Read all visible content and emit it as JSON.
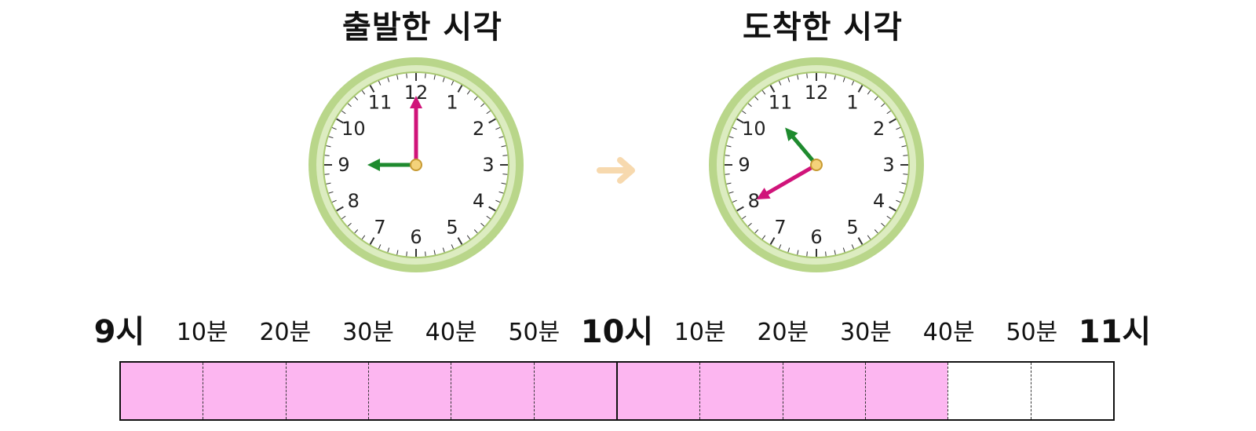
{
  "titles": {
    "depart": "출발한 시각",
    "arrive": "도착한 시각"
  },
  "clocks": {
    "depart": {
      "hour": 9,
      "minute": 0
    },
    "arrive": {
      "hour": 10,
      "minute": 40
    },
    "numerals": [
      "12",
      "1",
      "2",
      "3",
      "4",
      "5",
      "6",
      "7",
      "8",
      "9",
      "10",
      "11"
    ]
  },
  "timeline": {
    "labels": [
      "9시",
      "10분",
      "20분",
      "30분",
      "40분",
      "50분",
      "10시",
      "10분",
      "20분",
      "30분",
      "40분",
      "50분",
      "11시"
    ],
    "cells": 12,
    "filled_cells": 10
  },
  "colors": {
    "fill": "#fcb6f0",
    "hour_hand": "#1e8a2e",
    "minute_hand": "#d0147a",
    "clock_rim": "#b9d68a",
    "clock_rim_inner": "#dcecc0",
    "arrow": "#f7d9ae"
  }
}
